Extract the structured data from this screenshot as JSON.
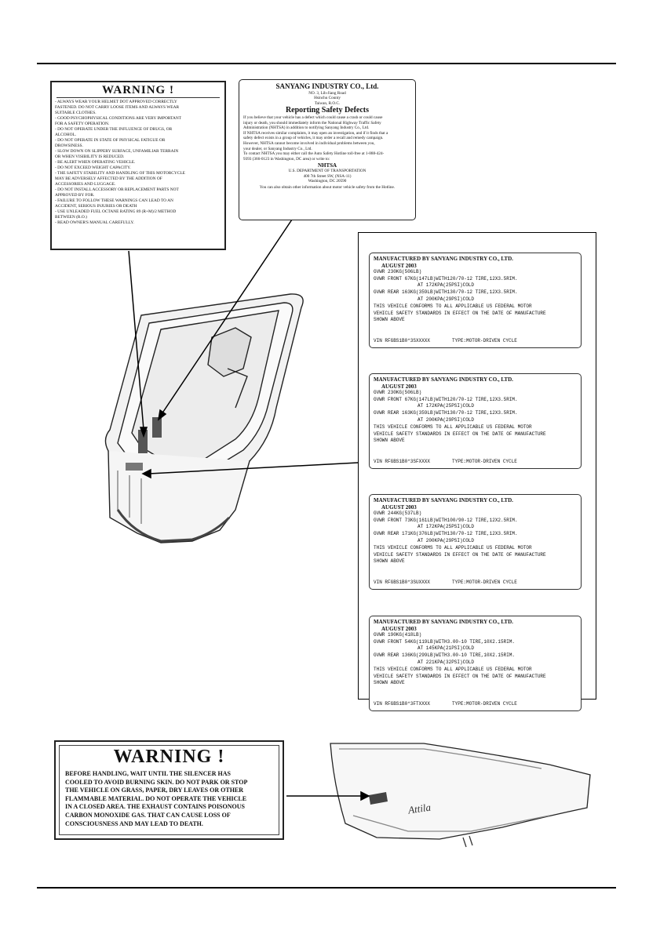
{
  "warning_top": {
    "title": "WARNING !",
    "lines": [
      "- ALWAYS WEAR YOUR HELMET DOT APPROVED CORRECTLY",
      "FASTENED. DO NOT CARRY LOOSE ITEMS AND ALWAYS WEAR",
      "SUITABLE CLOTHES.",
      "- GOOD PSYCHOPHYSICAL CONDITIONS ARE VERY IMPORTANT",
      "FOR A SAFETY OPERATION.",
      "- DO NOT OPERATE UNDER THE INFLUENCE OF DRUGS, OR",
      "ALCOHOL.",
      "- DO NOT OPERATE IN STATE OF PHYSICAL FATIGUE OR",
      "DROWSINESS.",
      "- SLOW DOWN ON SLIPPERY SURFACE, UNFAMILIAR TERRAIN",
      "OR WHEN VISIBILITY IS REDUCED.",
      "- BE ALERT WHEN OPERATING VEHICLE.",
      "- DO NOT EXCEED WEIGHT CAPACITY.",
      "- THE SAFETY STABILITY AND HANDLING OF THIS MOTORCYCLE",
      "MAY BE ADVERSELY AFFECTED BY THE ADDITION OF",
      "ACCESSORIES AND LUGGAGE.",
      "- DO NOT INSTALL ACCESSORY OR REPLACEMENT PARTS NOT",
      "APPROVED BY FOR.",
      "- FAILURE TO FOLLOW THESE WARNINGS CAN LEAD TO AN",
      "ACCIDENT, SERIOUS INJURIES OR DEATH",
      "- USE UNLEADED FUEL OCTANE RATING 89 (R+M)/2 METHOD",
      "BETWEEN (R.O.)",
      "- READ OWNER'S MANUAL CAREFULLY."
    ]
  },
  "defects_label": {
    "company": "SANYANG INDUSTRY CO., Ltd.",
    "address_lines": [
      "NO. 3, Lih-Jiang Road",
      "Hsinchu County",
      "Taiwan, R.O.C."
    ],
    "title": "Reporting Safety Defects",
    "body_lines": [
      "If you believe that your vehicle has a defect which could cause a crash or could cause",
      "injury or death, you should immediately inform the National Highway Traffic Safety",
      "Administration (NHTSA) in addition to notifying Sanyang Industry Co., Ltd.",
      "If NHTSA receives similar complaints, it may open an investigation, and if it finds that a",
      "safety defect exists in a group of vehicles, it may order a recall and remedy campaign.",
      "However, NHTSA cannot become involved in individual problems between you,",
      "your dealer, or Sanyang Industry Co., Ltd.",
      "To contact NHTSA you may either call the Auto Safety Hotline toll-free at 1-888-424-",
      "9393 (366-0123 in Washington, DC area) or write to:"
    ],
    "agency": "NHTSA",
    "agency_lines": [
      "U.S. DEPARTMENT OF TRANSPORTATION",
      "400 7th Street SW, (NSA-11)",
      "Washington, DC 20590"
    ],
    "footer": "You can also obtain other information about motor vehicle safety from the Hotline."
  },
  "vehicle_labels": [
    {
      "header": "MANUFACTURED BY SANYANG INDUSTRY CO., LTD.",
      "date": "AUGUST 2003",
      "gvwr": "GVWR          230KG(506LB)",
      "front": "GVWR FRONT  67KG(147LB)WITH120/70-12 TIRE,12X3.5RIM.",
      "front2": "AT 172KPA(25PSI)COLD",
      "rear": "GVWR REAR   163KG(359LB)WITH130/70-12 TIRE,12X3.5RIM.",
      "rear2": "AT 200KPA(29PSI)COLD",
      "conform1": "THIS VEHICLE CONFORMS TO ALL APPLICABLE US FEDERAL MOTOR",
      "conform2": "VEHICLE SAFETY STANDARDS IN EFFECT ON THE DATE OF MANUFACTURE",
      "conform3": "SHOWN ABOVE",
      "vin": "VIN RFGBS1B0*3SXXXXX",
      "type": "TYPE:MOTOR-DRIVEN CYCLE"
    },
    {
      "header": "MANUFACTURED BY SANYANG INDUSTRY CO., LTD.",
      "date": "AUGUST 2003",
      "gvwr": "GVWR          230KG(506LB)",
      "front": "GVWR FRONT  67KG(147LB)WITH120/70-12 TIRE,12X3.5RIM.",
      "front2": "AT 172KPA(25PSI)COLD",
      "rear": "GVWR REAR   163KG(359LB)WITH130/70-12 TIRE,12X3.5RIM.",
      "rear2": "AT 200KPA(29PSI)COLD",
      "conform1": "THIS VEHICLE CONFORMS TO ALL APPLICABLE US FEDERAL MOTOR",
      "conform2": "VEHICLE SAFETY STANDARDS IN EFFECT ON THE DATE OF MANUFACTURE",
      "conform3": "SHOWN ABOVE",
      "vin": "VIN RFGBS1B0*3SFXXXX",
      "type": "TYPE:MOTOR-DRIVEN CYCLE"
    },
    {
      "header": "MANUFACTURED BY SANYANG INDUSTRY CO., LTD.",
      "date": "AUGUST 2003",
      "gvwr": "GVWR          244KG(537LB)",
      "front": "GVWR FRONT  73KG(161LB)WITH100/90-12 TIRE,12X2.5RIM.",
      "front2": "AT 172KPA(25PSI)COLD",
      "rear": "GVWR REAR   171KG(376LB)WITH130/70-12 TIRE,12X3.5RIM.",
      "rear2": "AT 200KPA(29PSI)COLD",
      "conform1": "THIS VEHICLE CONFORMS TO ALL APPLICABLE US FEDERAL MOTOR",
      "conform2": "VEHICLE SAFETY STANDARDS IN EFFECT ON THE DATE OF MANUFACTURE",
      "conform3": "SHOWN ABOVE",
      "vin": "VIN RFGBS1B0*3SUXXXX",
      "type": "TYPE:MOTOR-DRIVEN CYCLE"
    },
    {
      "header": "MANUFACTURED BY SANYANG INDUSTRY CO., LTD.",
      "date": "AUGUST 2003",
      "gvwr": "GVWR          190KG(418LB)",
      "front": "GVWR FRONT  54KG(119LB)WITH3.00-10 TIRE,10X2.15RIM.",
      "front2": "AT 145KPA(21PSI)COLD",
      "rear": "GVWR REAR   136KG(299LB)WITH3.00-10 TIRE,10X2.15RIM.",
      "rear2": "AT 221KPA(32PSI)COLD",
      "conform1": "THIS VEHICLE CONFORMS TO ALL APPLICABLE US FEDERAL MOTOR",
      "conform2": "VEHICLE SAFETY STANDARDS IN EFFECT ON THE DATE OF MANUFACTURE",
      "conform3": "SHOWN ABOVE",
      "vin": "VIN RFGBS1B0*3FTXXXX",
      "type": "TYPE:MOTOR-DRIVEN CYCLE"
    }
  ],
  "warning_bottom": {
    "title": "WARNING !",
    "lines": [
      "BEFORE HANDLING, WAIT UNTIL THE SILENCER HAS",
      "COOLED TO AVOID BURNING SKIN. DO NOT PARK OR STOP",
      "THE VEHICLE ON GRASS, PAPER, DRY LEAVES OR OTHER",
      "FLAMMABLE MATERIAL. DO NOT OPERATE THE VEHICLE",
      "IN A CLOSED AREA. THE EXHAUST CONTAINS POISONOUS",
      "CARBON MONOXIDE GAS. THAT CAN CAUSE LOSS OF",
      "CONSCIOUSNESS AND MAY LEAD TO DEATH."
    ]
  },
  "side_cover_logo": "Attila"
}
